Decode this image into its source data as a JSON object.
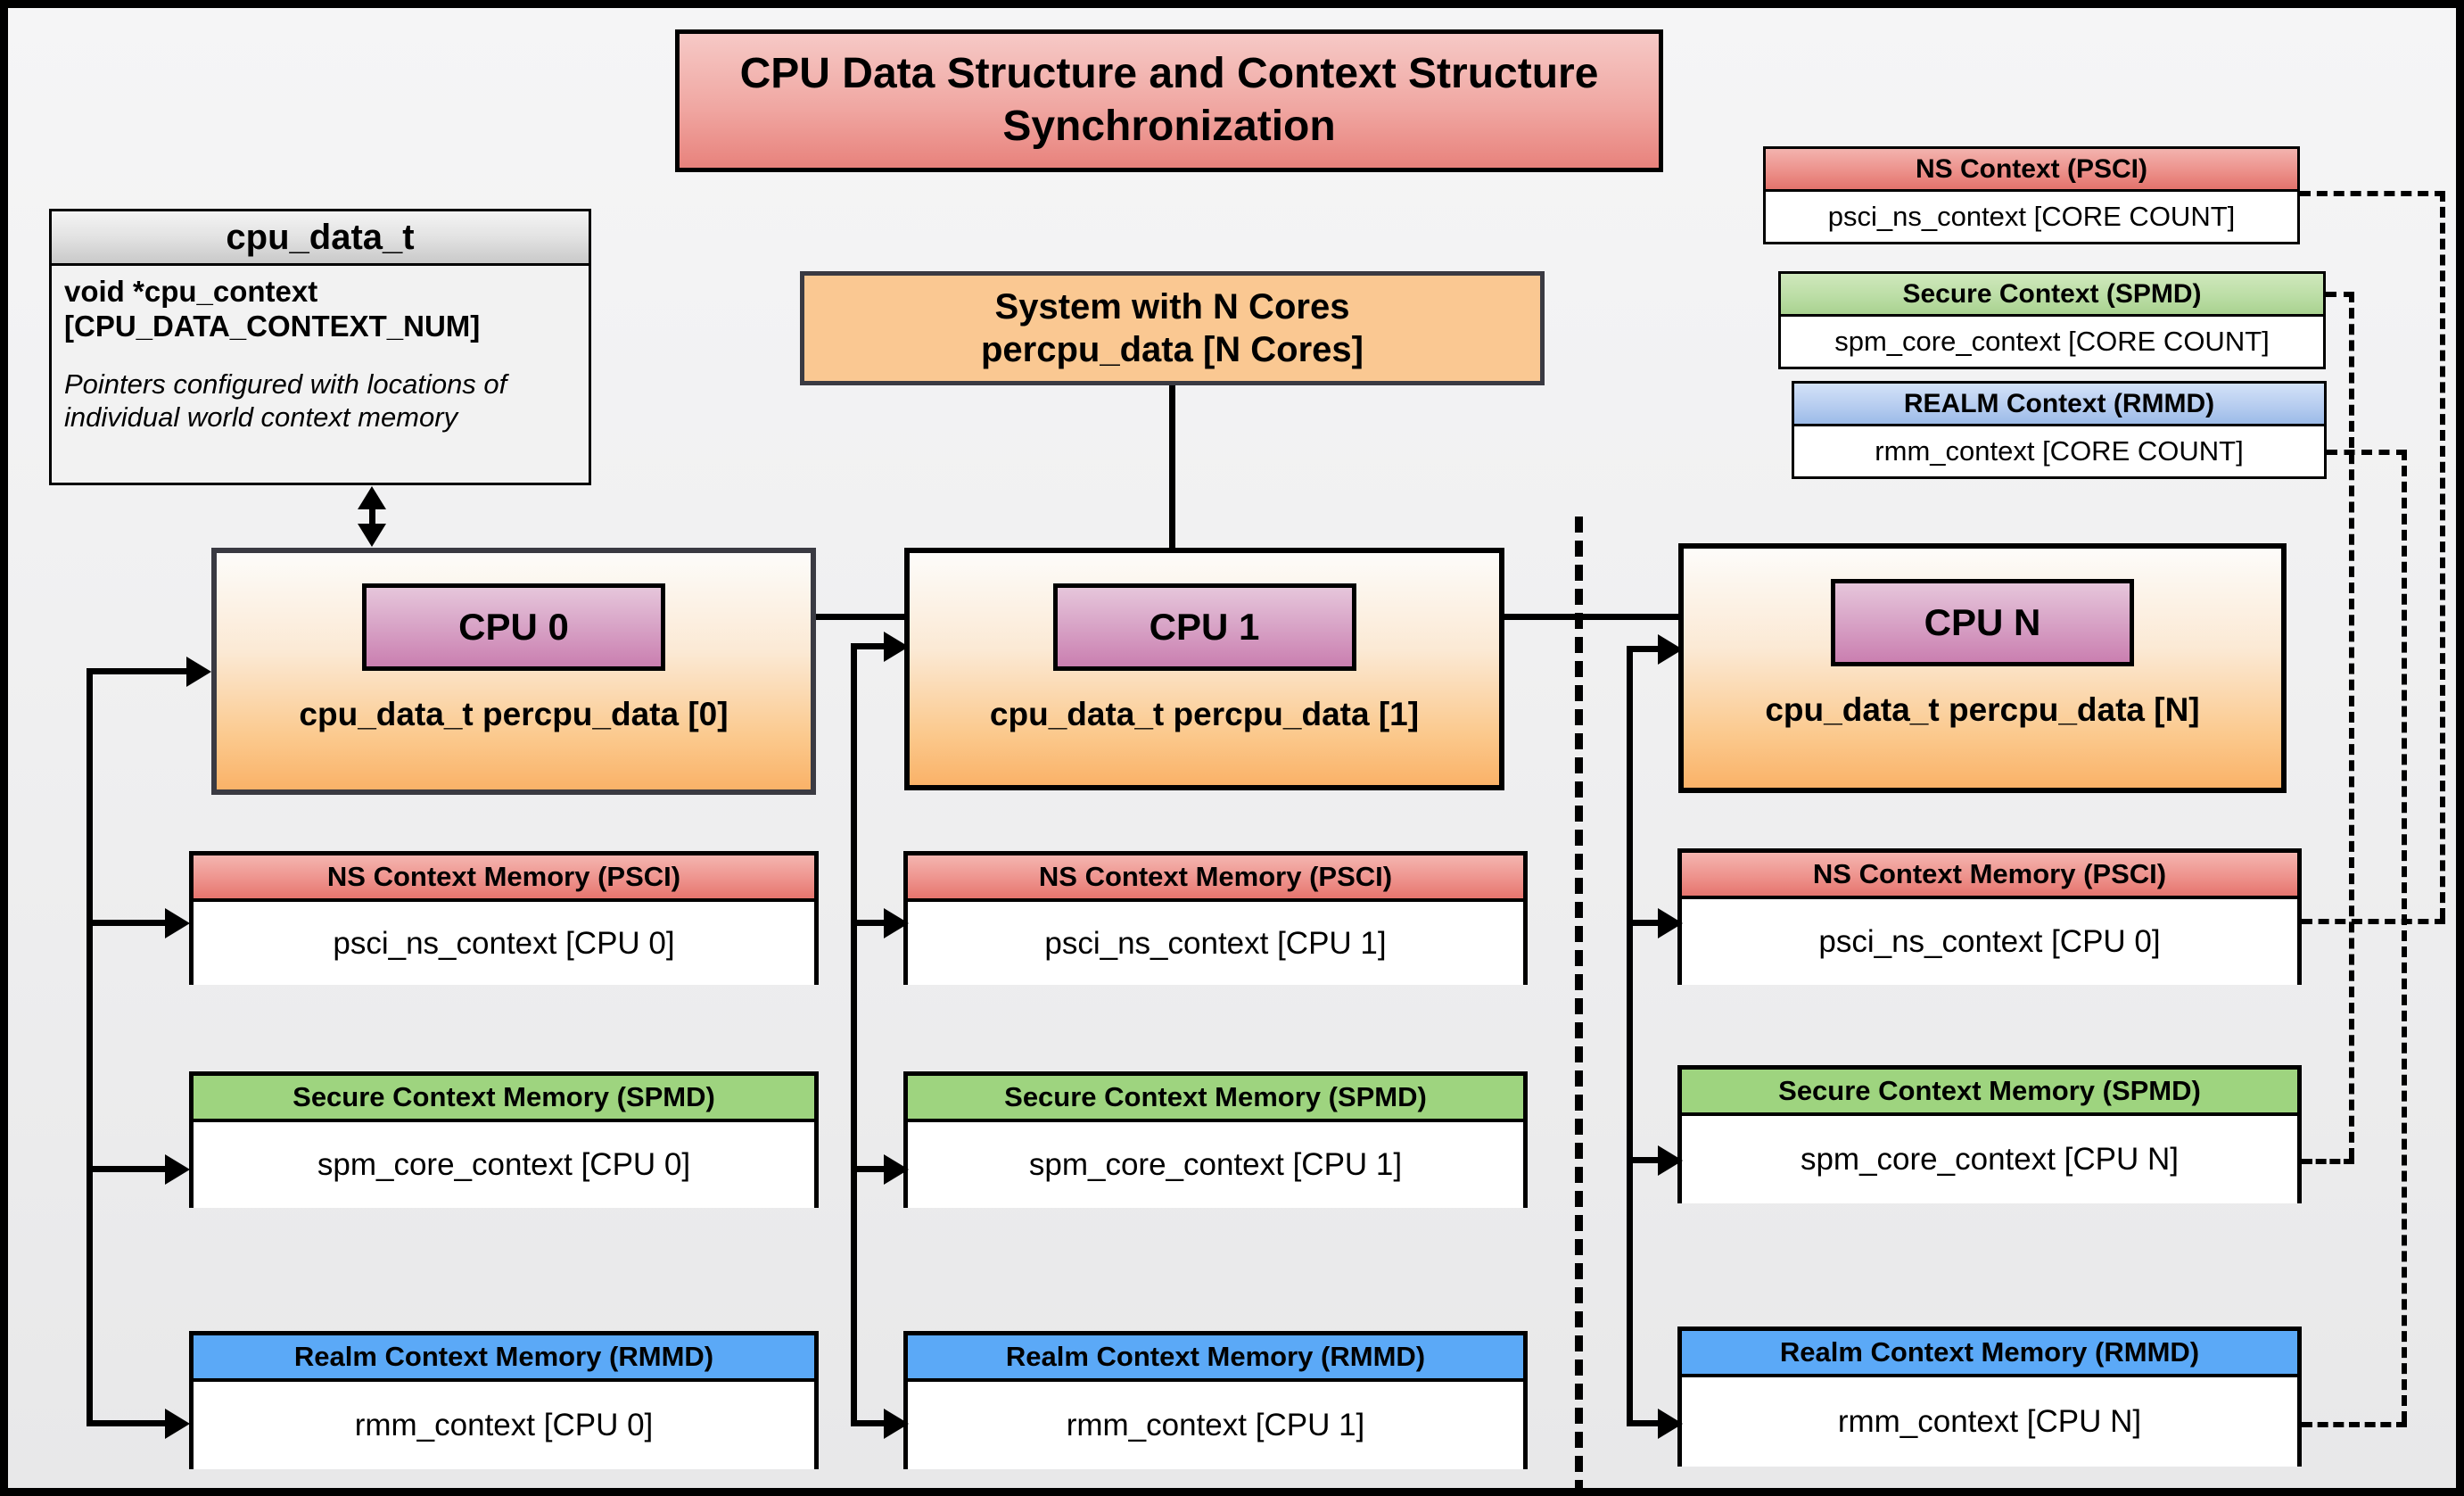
{
  "title": "CPU Data Structure and Context Structure Synchronization",
  "struct": {
    "name": "cpu_data_t",
    "field_line1": "void  *cpu_context",
    "field_line2": "[CPU_DATA_CONTEXT_NUM]",
    "note": "Pointers configured with locations of individual world context memory"
  },
  "system": {
    "line1": "System with N Cores",
    "line2": "percpu_data [N Cores]"
  },
  "legend": [
    {
      "header": "NS Context  (PSCI)",
      "body": "psci_ns_context [CORE COUNT]",
      "color": "#e8827c"
    },
    {
      "header": "Secure Context (SPMD)",
      "body": "spm_core_context [CORE COUNT]",
      "color": "#a9d290"
    },
    {
      "header": "REALM Context (RMMD)",
      "body": "rmm_context [CORE COUNT]",
      "color": "#9cbbe8"
    }
  ],
  "cpus": [
    {
      "chip": "CPU 0",
      "label": "cpu_data_t percpu_data [0]",
      "contexts": [
        {
          "header": "NS Context Memory (PSCI)",
          "body": "psci_ns_context [CPU 0]"
        },
        {
          "header": "Secure Context Memory (SPMD)",
          "body": "spm_core_context [CPU 0]"
        },
        {
          "header": "Realm Context Memory (RMMD)",
          "body": "rmm_context [CPU 0]"
        }
      ]
    },
    {
      "chip": "CPU 1",
      "label": "cpu_data_t percpu_data [1]",
      "contexts": [
        {
          "header": "NS Context Memory (PSCI)",
          "body": "psci_ns_context [CPU 1]"
        },
        {
          "header": "Secure Context Memory (SPMD)",
          "body": "spm_core_context [CPU 1]"
        },
        {
          "header": "Realm Context Memory (RMMD)",
          "body": "rmm_context [CPU 1]"
        }
      ]
    },
    {
      "chip": "CPU N",
      "label": "cpu_data_t percpu_data [N]",
      "contexts": [
        {
          "header": "NS Context Memory (PSCI)",
          "body": "psci_ns_context [CPU 0]"
        },
        {
          "header": "Secure Context Memory (SPMD)",
          "body": "spm_core_context [CPU N]"
        },
        {
          "header": "Realm Context Memory (RMMD)",
          "body": "rmm_context [CPU N]"
        }
      ]
    }
  ],
  "colors": {
    "ns_red": "#e8827c",
    "secure_green": "#9ed47f",
    "realm_blue": "#5ba9f7",
    "cpu_orange": "#fab268",
    "chip_pink": "#ca7fb0",
    "background": "#efefef"
  }
}
